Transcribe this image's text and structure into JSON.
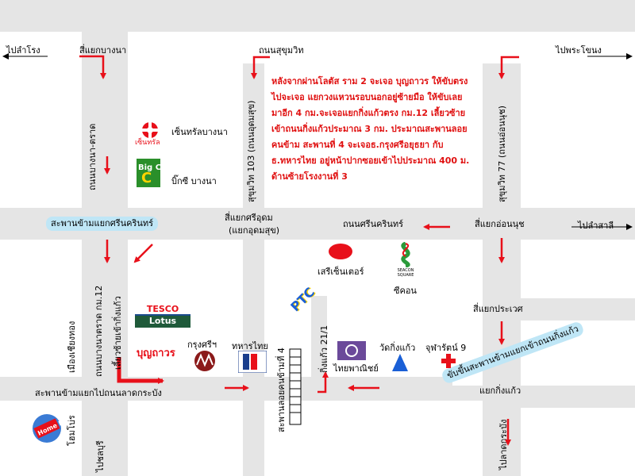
{
  "colors": {
    "arrow": "#e8101a",
    "road": "#e5e5e5",
    "note": "#e01010",
    "bridge": "#bfe6f6"
  },
  "labels": {
    "pai_lam_rong": "ไปลำโรง",
    "sanyaek_bangna": "สี่แยกบางนา",
    "thanon_sukhumvit": "ถนนสุขุมวิท",
    "pai_phra_khanong": "ไปพระโขนง",
    "central_bangna": "เซ็นทรัลบางนา",
    "bigc_bangna": "บิ๊กซี บางนา",
    "thanon_bangna_trat": "ถนนบางนา-ตราด",
    "sukhumvit_103": "สุขุมวิท 103 (ถนนอุดมสุข)",
    "sukhumvit_77": "สุขุมวิท 77 (ถนนอ่อนนุช)",
    "sanyaek_si_udom": "สี่แยกศรีอุดม",
    "udom_suk_paren": "(แยกอุดมสุข)",
    "thanon_srinakarin": "ถนนศรีนครินทร์",
    "sanyaek_onnut": "สี่แยกอ่อนนุช",
    "pai_lat_sawai": "ไปลำสาลี",
    "seri_center": "เสรีเซ็นเตอร์",
    "seacon": "ซีคอน",
    "sanyaek_prawet": "สี่แยกประเวศ",
    "bangna_trat_km12": "ถนนบางนาตราด กม.12",
    "turn_left_king_kaeo": "เลี้ยวซ้ายเข้ากิ่งแก้ว",
    "krungsri": "กรุงศรีฯ",
    "thahan_thai": "ทหารไทย",
    "bridge_4": "สะพานลอยคนข้ามที่ 4",
    "king_kaeo_21_1": "กิ่งแก้ว 21/1",
    "wat_king_kaeo": "วัดกิ่งแก้ว",
    "juparat_9": "จุฬารัตน์ 9",
    "thai_panich": "ไทยพาณิชย์",
    "mueang_siang_thong": "เมืองเชียงทอง",
    "home_pro": "โฮมโปร",
    "pai_chonburi": "ไปชลบุรี",
    "yaek_king_kaeo": "แยกกิ่งแก้ว",
    "pai_lat_krabang": "ไปลาดกระบัง",
    "bridge_srinakarin": "สะพานข้ามแยกศรีนครินทร์",
    "bridge_lat_krabang": "สะพานข้ามแยกไปถนนลาดกระบัง",
    "bridge_king_kaeo": "ขับขึ้นสะพานข้ามแยกเข้าถนนกิ่งแก้ว"
  },
  "note_text": "หลังจากผ่านโลตัส ราม 2 จะเจอ บุญถาวร ให้ขับตรงไปจะเจอ แยกวงแหวนรอบนอกอยู่ซ้ายมือ ให้ขับเลยมาอีก 4 กม.จะเจอแยกกิ่งแก้วตรง กม.12 เลี้ยวซ้ายเข้าถนนกิ่งแก้วประมาณ 3 กม. ประมาณสะพานลอยคนข้าม สะพานที่ 4 จะเจอธ.กรุงศรีอยุธยา กับ ธ.ทหารไทย  อยู่หน้าปากซอยเข้าไปประมาณ  400 ม.  ด้านซ้ายโรงงานที่ 3",
  "logos": {
    "central": "เซ็นทรัล",
    "bigc": "Big C",
    "tesco": "TESCO",
    "lotus": "Lotus",
    "boonthavorn": "บุญถาวร",
    "ptc": "PTC",
    "seacon": "SEACON SQUARE",
    "homepro": "Home Pro"
  }
}
